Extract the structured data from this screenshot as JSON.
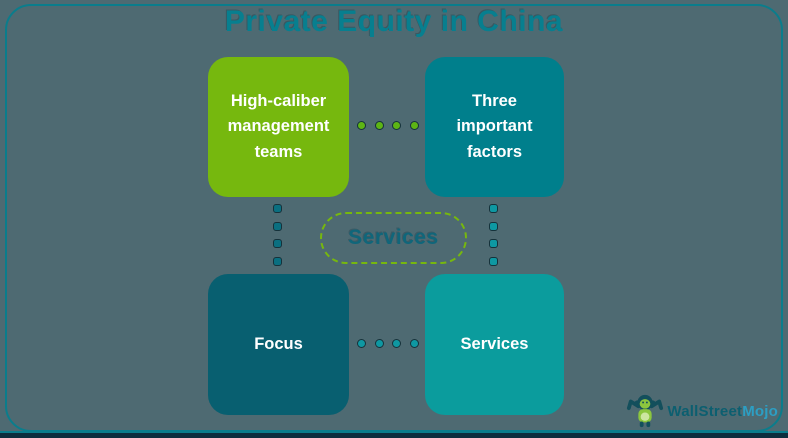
{
  "title": {
    "text": "Private Equity in China",
    "color": "#077f8f"
  },
  "boxes": [
    {
      "id": "high-caliber-management-teams",
      "label": "High-caliber management teams",
      "bg": "#76b80e",
      "text_color": "#ffffff"
    },
    {
      "id": "three-important-factors",
      "label": "Three important factors",
      "bg": "#007f8c",
      "text_color": "#ffffff"
    },
    {
      "id": "focus",
      "label": "Focus",
      "bg": "#085f70",
      "text_color": "#ffffff"
    },
    {
      "id": "services",
      "label": "Services",
      "bg": "#0b9c9d",
      "text_color": "#ffffff"
    }
  ],
  "center": {
    "label": "Services",
    "text_color": "#10667a",
    "border_color": "#76b80e",
    "border_style": "dashed"
  },
  "connectors": {
    "top_horizontal_dot_color": "#5db514",
    "bottom_horizontal_dot_color": "#0e98a2",
    "left_vertical_dot_color": "#0a6f80",
    "right_vertical_dot_color": "#0e98a2",
    "dots_per_connector": 4
  },
  "logo": {
    "icon": "monkey-mascot-icon",
    "brand_primary": "WallStreet",
    "brand_accent": "Mojo",
    "primary_color": "#0c5f70",
    "accent_color": "#2c9fc4"
  },
  "colors": {
    "background": "#4e6a72",
    "frame_border": "#0a7d8c",
    "bottom_bar": "#0d2e3e"
  }
}
